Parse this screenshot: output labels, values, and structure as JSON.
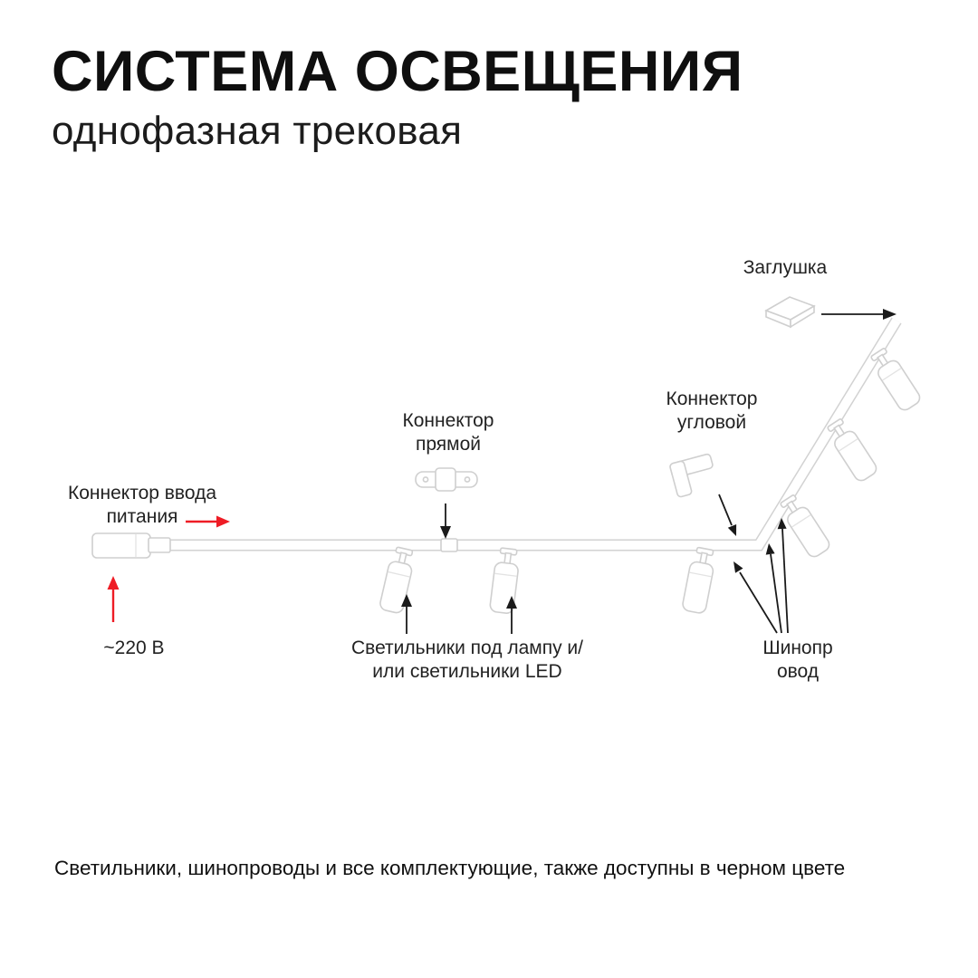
{
  "header": {
    "title": "СИСТЕМА ОСВЕЩЕНИЯ",
    "subtitle": "однофазная трековая"
  },
  "diagram": {
    "endcap_label": "Заглушка",
    "corner_connector_label": "Коннектор угловой",
    "straight_connector_label": "Коннектор прямой",
    "power_connector_label": "Коннектор ввода питания",
    "voltage_label": "~220 В",
    "fixtures_label": "Светильники под лампу и/или светильники LED",
    "track_label": "Шинопровод"
  },
  "footer": {
    "note": "Светильники, шинопроводы и все комплектующие, также доступны в черном цвете"
  },
  "colors": {
    "accent_red": "#ee1c25",
    "text_primary": "#141414",
    "track_outline": "#d2d2d2"
  }
}
